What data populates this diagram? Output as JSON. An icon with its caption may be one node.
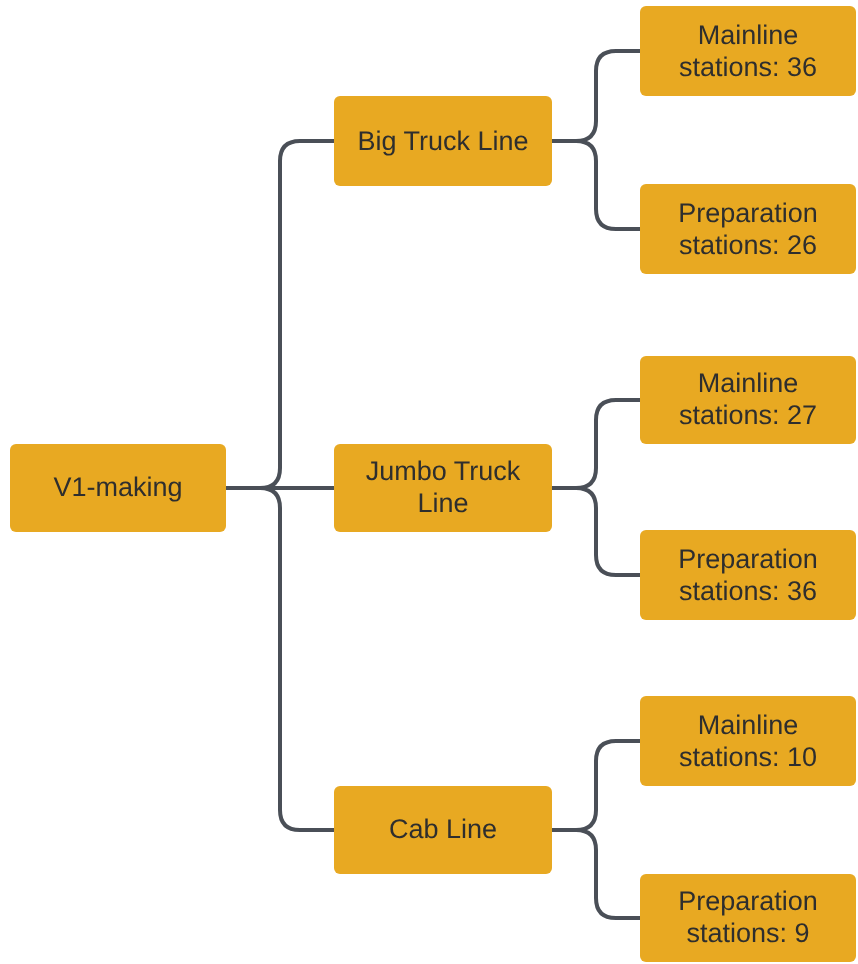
{
  "diagram": {
    "nodes": [
      {
        "text": [
          "V1-making"
        ]
      },
      {
        "text": [
          "Big Truck Line"
        ]
      },
      {
        "text": [
          "Jumbo Truck Line"
        ]
      },
      {
        "text": [
          "Cab Line"
        ]
      },
      {
        "text": [
          "Mainline stations: 36"
        ]
      },
      {
        "text": [
          "Preparation stations: 26"
        ]
      },
      {
        "text": [
          "Mainline stations: 27"
        ]
      },
      {
        "text": [
          "Preparation stations: 36"
        ]
      },
      {
        "text": [
          "Mainline stations: 10"
        ]
      },
      {
        "text": [
          "Preparation stations: 9"
        ]
      }
    ],
    "edges": [
      {
        "from": 0,
        "to": 1,
        "arrow": "none"
      },
      {
        "from": 0,
        "to": 2,
        "arrow": "none"
      },
      {
        "from": 0,
        "to": 3,
        "arrow": "none"
      },
      {
        "from": 1,
        "to": 4,
        "arrow": "none"
      },
      {
        "from": 1,
        "to": 5,
        "arrow": "none"
      },
      {
        "from": 2,
        "to": 6,
        "arrow": "none"
      },
      {
        "from": 2,
        "to": 7,
        "arrow": "none"
      },
      {
        "from": 3,
        "to": 8,
        "arrow": "none"
      },
      {
        "from": 3,
        "to": 9,
        "arrow": "none"
      }
    ]
  }
}
